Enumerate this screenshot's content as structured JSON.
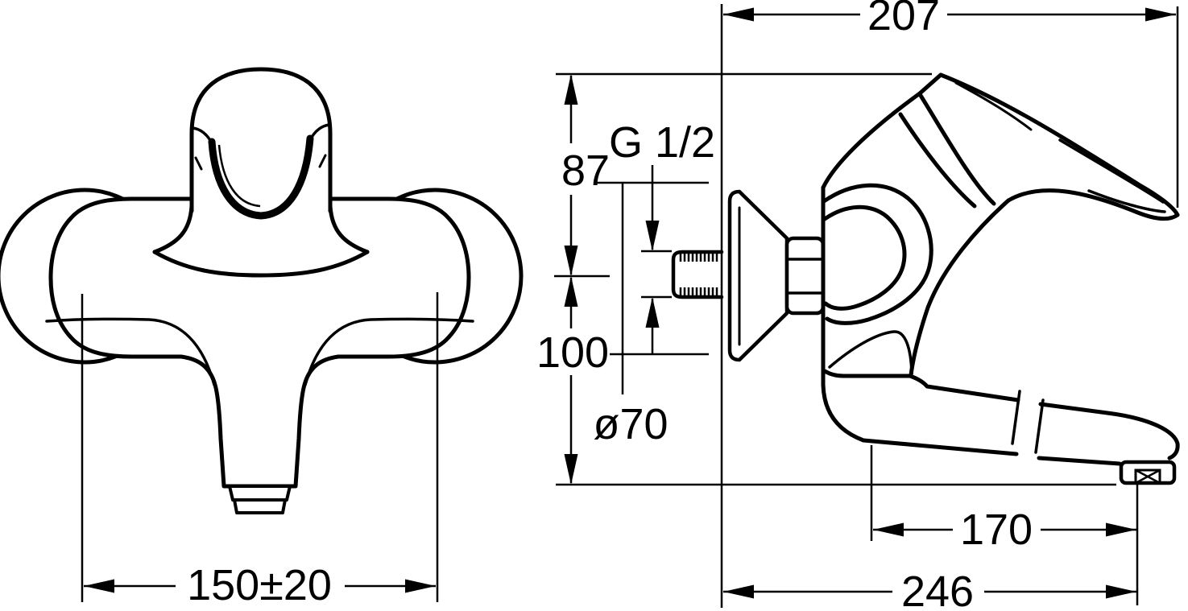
{
  "colors": {
    "background": "#ffffff",
    "line": "#000000"
  },
  "front_view": {
    "dim_center_distance": "150±20"
  },
  "side_view": {
    "dim_total_depth": "207",
    "dim_height_above_axis": "87",
    "dim_thread_size": "G 1/2",
    "dim_height_below_axis": "100",
    "dim_flange_diameter": "ø70",
    "dim_spout_projection": "170",
    "dim_total_projection": "246"
  }
}
